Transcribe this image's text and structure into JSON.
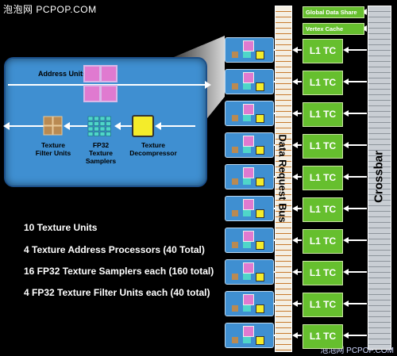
{
  "watermarks": {
    "top_left": "泡泡网 PCPOP.COM",
    "bottom_right": "泡泡网 PCPOP.COM"
  },
  "zoom_unit": {
    "address_units_label": "Address Units",
    "texture_filter_label": "Texture\nFilter Units",
    "samplers_label": "FP32\nTexture\nSamplers",
    "decompressor_label": "Texture\nDecompressor"
  },
  "stats": [
    "10 Texture Units",
    "4 Texture Address Processors (40 Total)",
    "16 FP32 Texture Samplers each (160 total)",
    "4 FP32 Texture Filter Units each (40 total)"
  ],
  "bus_label": "Data Request Bus",
  "crossbar_label": "Crossbar",
  "top_blocks": {
    "global_data_share": "Global Data Share",
    "vertex_cache": "Vertex Cache"
  },
  "cache_label": "L1 TC",
  "colors": {
    "unit_blue": "#3f8fd1",
    "cache_green": "#66bf2e",
    "address_pink": "#e07ad0",
    "filter_brown": "#b98a52",
    "sampler_teal": "#4fd6c9",
    "decompressor_yellow": "#f4ec2a"
  }
}
